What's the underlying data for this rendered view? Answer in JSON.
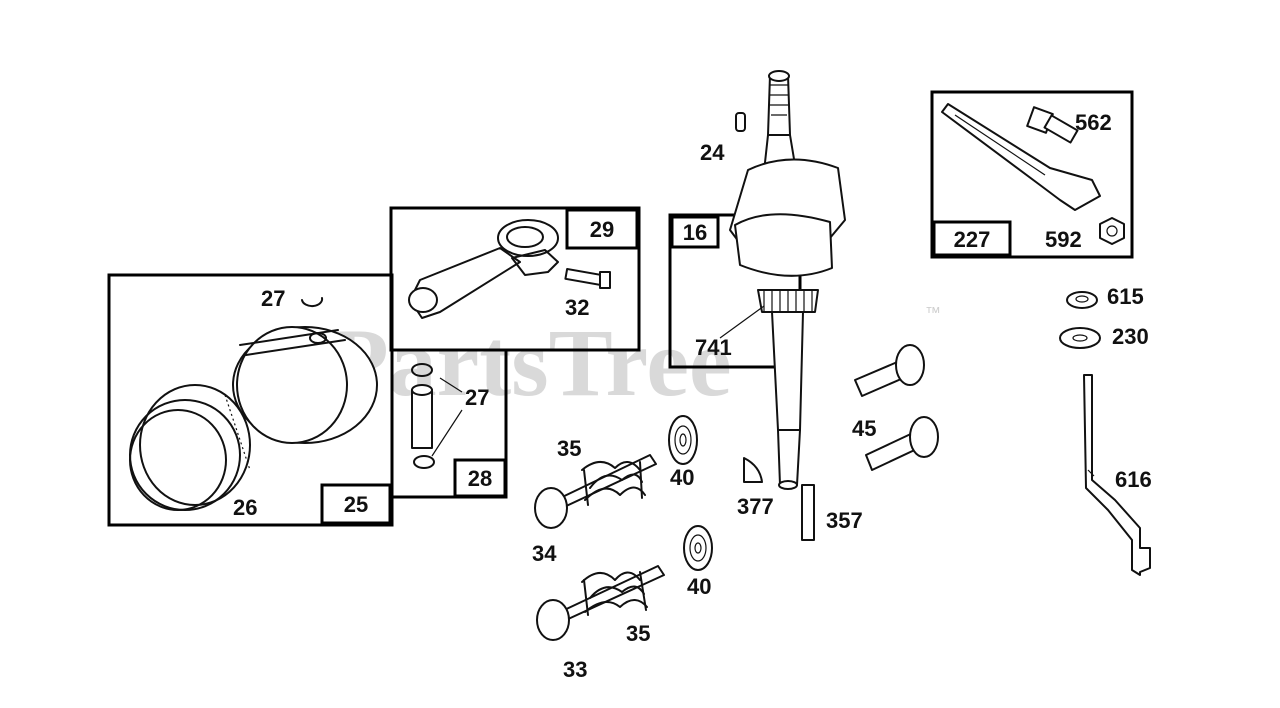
{
  "watermark": {
    "text": "PartsTree",
    "trademark": "™"
  },
  "colors": {
    "background": "#ffffff",
    "line": "#111111",
    "watermark": "#d9d9d9"
  },
  "group_labels": {
    "kit_25": "25",
    "kit_29": "29",
    "kit_28": "28",
    "kit_16": "16",
    "kit_227": "227"
  },
  "callouts": {
    "p24": "24",
    "p562": "562",
    "p592": "592",
    "p615": "615",
    "p230": "230",
    "p616": "616",
    "p27_upper": "27",
    "p26": "26",
    "p32": "32",
    "p27_lower": "27",
    "p741": "741",
    "p45": "45",
    "p35_upper": "35",
    "p40_upper": "40",
    "p377": "377",
    "p357": "357",
    "p34": "34",
    "p40_lower": "40",
    "p35_lower": "35",
    "p33": "33"
  }
}
